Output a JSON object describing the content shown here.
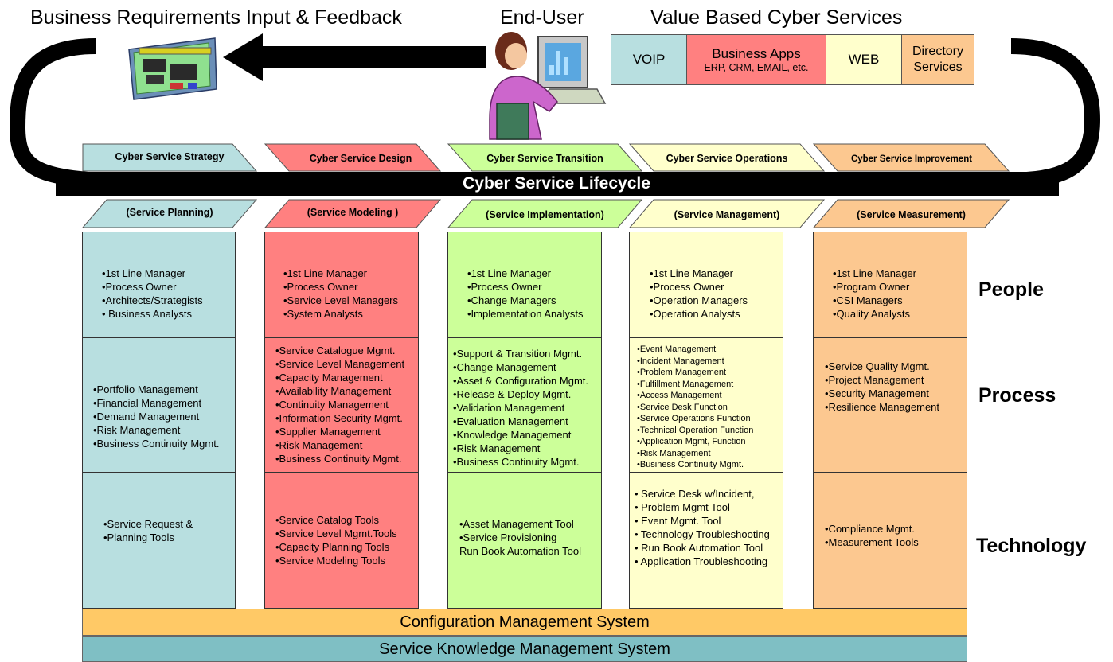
{
  "header": {
    "business_requirements": "Business Requirements Input & Feedback",
    "end_user": "End-User",
    "value_services": "Value Based Cyber Services"
  },
  "value_services": [
    {
      "label": "VOIP",
      "sub": "",
      "color": "#b8dfe0"
    },
    {
      "label": "Business Apps",
      "sub": "ERP, CRM, EMAIL, etc.",
      "color": "#ff8080"
    },
    {
      "label": "WEB",
      "sub": "",
      "color": "#ffffcc"
    },
    {
      "label": "Directory Services",
      "sub": "",
      "color": "#fcc890"
    }
  ],
  "lifecycle": {
    "label": "Cyber Service Lifecycle"
  },
  "phases": [
    {
      "name": "Cyber Service Strategy",
      "sub": "(Service Planning)",
      "color": "#b8dfe0",
      "people": [
        "•1st Line Manager",
        "•Process Owner",
        "•Architects/Strategists",
        "• Business Analysts"
      ],
      "process": [
        "•Portfolio Management",
        "•Financial Management",
        "•Demand Management",
        "•Risk Management",
        "•Business Continuity Mgmt."
      ],
      "technology": [
        "•Service Request &",
        "•Planning Tools"
      ]
    },
    {
      "name": "Cyber Service Design",
      "sub": "(Service Modeling )",
      "color": "#ff8080",
      "people": [
        "•1st Line Manager",
        "•Process Owner",
        "•Service Level Managers",
        "•System Analysts"
      ],
      "process": [
        "•Service Catalogue Mgmt.",
        "•Service Level Management",
        "•Capacity Management",
        "•Availability Management",
        "•Continuity Management",
        "•Information Security Mgmt.",
        "•Supplier Management",
        "•Risk Management",
        "•Business Continuity Mgmt."
      ],
      "technology": [
        "•Service Catalog Tools",
        "•Service Level Mgmt.Tools",
        "•Capacity Planning Tools",
        "•Service Modeling Tools"
      ]
    },
    {
      "name": "Cyber Service Transition",
      "sub": "(Service Implementation)",
      "color": "#ccff99",
      "people": [
        "•1st Line Manager",
        "•Process Owner",
        "•Change Managers",
        "•Implementation Analysts"
      ],
      "process": [
        "•Support & Transition Mgmt.",
        "•Change Management",
        "•Asset & Configuration Mgmt.",
        "•Release & Deploy Mgmt.",
        "•Validation Management",
        "•Evaluation Management",
        "•Knowledge Management",
        "•Risk Management",
        "•Business Continuity Mgmt."
      ],
      "technology": [
        "•Asset Management Tool",
        "•Service Provisioning",
        " Run Book Automation Tool"
      ]
    },
    {
      "name": "Cyber Service Operations",
      "sub": "(Service Management)",
      "color": "#ffffcc",
      "people": [
        "•1st Line Manager",
        "•Process Owner",
        "•Operation Managers",
        "•Operation Analysts"
      ],
      "process": [
        "•Event Management",
        "•Incident Management",
        "•Problem Management",
        "•Fulfillment  Management",
        "•Access Management",
        "•Service Desk Function",
        "•Service Operations Function",
        "•Technical Operation Function",
        "•Application Mgmt, Function",
        "•Risk Management",
        "•Business Continuity Mgmt."
      ],
      "technology": [
        "• Service Desk w/Incident,",
        "• Problem Mgmt Tool",
        "• Event Mgmt. Tool",
        "• Technology Troubleshooting",
        "• Run Book Automation Tool",
        "• Application Troubleshooting"
      ]
    },
    {
      "name": "Cyber Service Improvement",
      "sub": "(Service Measurement)",
      "color": "#fcc890",
      "people": [
        "•1st Line Manager",
        "•Program Owner",
        "•CSI Managers",
        "•Quality Analysts"
      ],
      "process": [
        "•Service Quality Mgmt.",
        "•Project Management",
        "•Security Management",
        "•Resilience  Management"
      ],
      "technology": [
        "•Compliance Mgmt.",
        "•Measurement Tools"
      ]
    }
  ],
  "row_labels": {
    "people": "People",
    "process": "Process",
    "technology": "Technology"
  },
  "bars": {
    "cms": {
      "label": "Configuration Management System",
      "color": "#ffc966"
    },
    "skms": {
      "label": "Service Knowledge Management System",
      "color": "#7fbfc4"
    }
  }
}
